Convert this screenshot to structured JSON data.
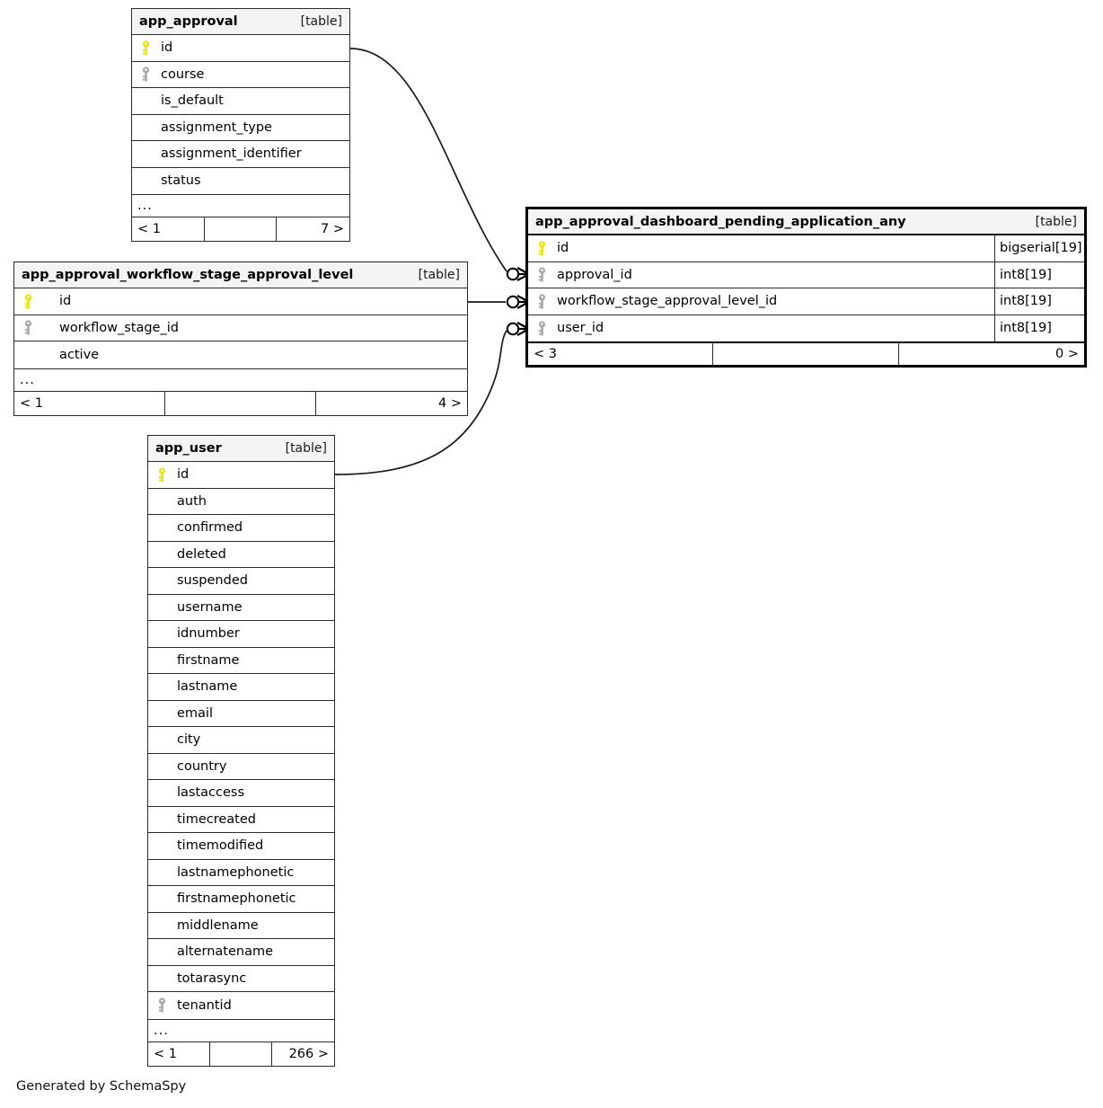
{
  "diagram": {
    "generator_note": "Generated by SchemaSpy",
    "table_tag": "[table]",
    "ellipsis": "...",
    "key_colors": {
      "primary": "#e9e500",
      "foreign": "#a8a8a8"
    }
  },
  "tables": [
    {
      "id": "app_approval",
      "name": "app_approval",
      "tag": "[table]",
      "focused": false,
      "columns": [
        {
          "name": "id",
          "key": "primary"
        },
        {
          "name": "course",
          "key": "foreign"
        },
        {
          "name": "is_default",
          "key": "none"
        },
        {
          "name": "assignment_type",
          "key": "none"
        },
        {
          "name": "assignment_identifier",
          "key": "none"
        },
        {
          "name": "status",
          "key": "none"
        }
      ],
      "has_ellipsis": true,
      "footer": {
        "left": "< 1",
        "middle": "",
        "right": "7 >"
      }
    },
    {
      "id": "app_approval_workflow_stage_approval_level",
      "name": "app_approval_workflow_stage_approval_level",
      "tag": "[table]",
      "focused": false,
      "columns": [
        {
          "name": "id",
          "key": "primary"
        },
        {
          "name": "workflow_stage_id",
          "key": "foreign"
        },
        {
          "name": "active",
          "key": "none"
        }
      ],
      "has_ellipsis": true,
      "footer": {
        "left": "< 1",
        "middle": "",
        "right": "4 >"
      }
    },
    {
      "id": "app_approval_dashboard_pending_application_any",
      "name": "app_approval_dashboard_pending_application_any",
      "tag": "[table]",
      "focused": true,
      "columns": [
        {
          "name": "id",
          "key": "primary",
          "type": "bigserial[19]"
        },
        {
          "name": "approval_id",
          "key": "foreign",
          "type": "int8[19]"
        },
        {
          "name": "workflow_stage_approval_level_id",
          "key": "foreign",
          "type": "int8[19]"
        },
        {
          "name": "user_id",
          "key": "foreign",
          "type": "int8[19]"
        }
      ],
      "has_ellipsis": false,
      "footer": {
        "left": "< 3",
        "middle": "",
        "right": "0 >"
      }
    },
    {
      "id": "app_user",
      "name": "app_user",
      "tag": "[table]",
      "focused": false,
      "columns": [
        {
          "name": "id",
          "key": "primary"
        },
        {
          "name": "auth",
          "key": "none"
        },
        {
          "name": "confirmed",
          "key": "none"
        },
        {
          "name": "deleted",
          "key": "none"
        },
        {
          "name": "suspended",
          "key": "none"
        },
        {
          "name": "username",
          "key": "none"
        },
        {
          "name": "idnumber",
          "key": "none"
        },
        {
          "name": "firstname",
          "key": "none"
        },
        {
          "name": "lastname",
          "key": "none"
        },
        {
          "name": "email",
          "key": "none"
        },
        {
          "name": "city",
          "key": "none"
        },
        {
          "name": "country",
          "key": "none"
        },
        {
          "name": "lastaccess",
          "key": "none"
        },
        {
          "name": "timecreated",
          "key": "none"
        },
        {
          "name": "timemodified",
          "key": "none"
        },
        {
          "name": "lastnamephonetic",
          "key": "none"
        },
        {
          "name": "firstnamephonetic",
          "key": "none"
        },
        {
          "name": "middlename",
          "key": "none"
        },
        {
          "name": "alternatename",
          "key": "none"
        },
        {
          "name": "totarasync",
          "key": "none"
        },
        {
          "name": "tenantid",
          "key": "foreign"
        }
      ],
      "has_ellipsis": true,
      "footer": {
        "left": "< 1",
        "middle": "",
        "right": "266 >"
      }
    }
  ],
  "relationships": [
    {
      "from_table": "app_approval",
      "from_column": "id",
      "to_table": "app_approval_dashboard_pending_application_any",
      "to_column": "approval_id"
    },
    {
      "from_table": "app_approval_workflow_stage_approval_level",
      "from_column": "id",
      "to_table": "app_approval_dashboard_pending_application_any",
      "to_column": "workflow_stage_approval_level_id"
    },
    {
      "from_table": "app_user",
      "from_column": "id",
      "to_table": "app_approval_dashboard_pending_application_any",
      "to_column": "user_id"
    }
  ]
}
